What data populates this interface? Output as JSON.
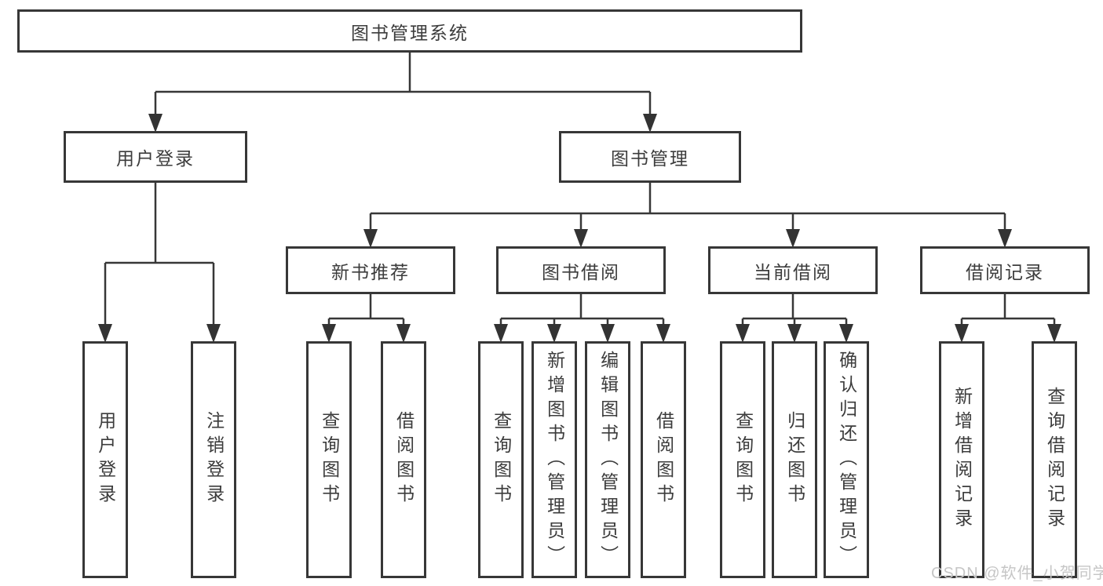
{
  "diagram": {
    "title": "图书管理系统",
    "tree": {
      "root": {
        "label": "图书管理系统"
      },
      "branches": [
        {
          "label": "用户登录",
          "children": [
            {
              "label": "用户登录"
            },
            {
              "label": "注销登录"
            }
          ]
        },
        {
          "label": "图书管理",
          "children": [
            {
              "label": "新书推荐",
              "children": [
                {
                  "label": "查询图书"
                },
                {
                  "label": "借阅图书"
                }
              ]
            },
            {
              "label": "图书借阅",
              "children": [
                {
                  "label": "查询图书"
                },
                {
                  "label": "新增图书（管理员）"
                },
                {
                  "label": "编辑图书（管理员）"
                },
                {
                  "label": "借阅图书"
                }
              ]
            },
            {
              "label": "当前借阅",
              "children": [
                {
                  "label": "查询图书"
                },
                {
                  "label": "归还图书"
                },
                {
                  "label": "确认归还（管理员）"
                }
              ]
            },
            {
              "label": "借阅记录",
              "children": [
                {
                  "label": "新增借阅记录"
                },
                {
                  "label": "查询借阅记录"
                }
              ]
            }
          ]
        }
      ]
    },
    "colors": {
      "line": "#373737",
      "text": "#3c3c3c",
      "background": "#ffffff",
      "watermark": "#c6c6c6"
    }
  },
  "watermark": {
    "text": "CSDN @软件_小贺同学"
  }
}
